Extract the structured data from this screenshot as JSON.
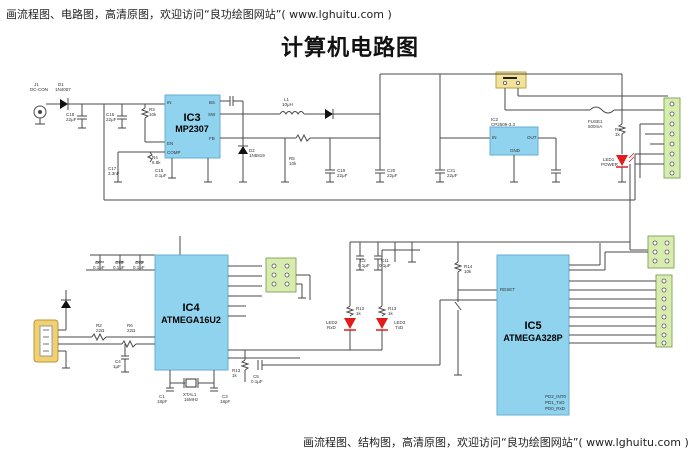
{
  "banners": {
    "top": "画流程图、电路图，高清原图，欢迎访问“良功绘图网站”( www.lghuitu.com )",
    "bottom": "画流程图、结构图，高清原图，欢迎访问“良功绘图网站”( www.lghuitu.com )"
  },
  "title": "计算机电路图",
  "chips": {
    "ic3": {
      "ref": "IC3",
      "part": "MP2307",
      "pins": [
        "IN",
        "BS",
        "SW",
        "EN",
        "FB",
        "COMP"
      ]
    },
    "ic2": {
      "ref": "IC2",
      "part": "CP2509-3.3",
      "pins": [
        "IN",
        "OUT",
        "GND"
      ]
    },
    "ic4": {
      "ref": "IC4",
      "part": "ATMEGA16U2"
    },
    "ic5": {
      "ref": "IC5",
      "part": "ATMEGA328P",
      "pins": [
        "RESET",
        "PD2_INT0",
        "PD1_TxD",
        "PD0_RxD"
      ]
    }
  },
  "labels": {
    "j1": "J1",
    "j1v": "DC-CON",
    "d1": "D1",
    "d1v": "1N4007",
    "c18": "C18",
    "c18v": "22μF",
    "c16": "C16",
    "c16v": "22μF",
    "r3": "R3",
    "r3v": "10k",
    "c15": "C15",
    "c15v": "0.1μF",
    "l1": "L1",
    "l1v": "10μH",
    "d2": "D2",
    "d2v": "1N5819",
    "r4": "R4",
    "r4v": "6.8k",
    "c17": "C17",
    "c17v": "3.3nF",
    "c19": "C19",
    "c19v": "22μF",
    "r5": "R5",
    "r5v": "10k",
    "c20": "C20",
    "c20v": "22μF",
    "c21": "C21",
    "c21v": "22μF",
    "fuse": "FUSE1",
    "fusev": "500mA",
    "r7": "R7",
    "r7v": "1k",
    "led1": "LED1",
    "led1v": "POWER",
    "c6": "C6",
    "c6v": "0.1μF",
    "c10": "C10",
    "c10v": "0.1μF",
    "c12": "C12",
    "c12v": "0.1μF",
    "r2": "R2",
    "r2v": "22Ω",
    "r6": "R6",
    "r6v": "22Ω",
    "c4": "C4",
    "c4v": "1μF",
    "c1": "C1",
    "c1v": "18pF",
    "xtal": "XTAL1",
    "xtalv": "16MHz",
    "c3": "C3",
    "c3v": "18pF",
    "r13": "R13",
    "r13v": "1k",
    "c5": "C5",
    "c5v": "0.1μF",
    "r12": "R12",
    "r12v": "1k",
    "r13b": "R13",
    "r13bv": "1k",
    "led2": "LED2",
    "led2v": "RxD",
    "led3": "LED3",
    "led3v": "TxD",
    "c2": "C2",
    "c2v": "0.1μF",
    "c11": "C11",
    "c11v": "0.1μF",
    "r14": "R14",
    "r14v": "10k"
  },
  "colors": {
    "chip": "#8fd3ef",
    "header": "#d9ecb0",
    "header_power": "#f3e39a",
    "led": "#e21b1b"
  }
}
